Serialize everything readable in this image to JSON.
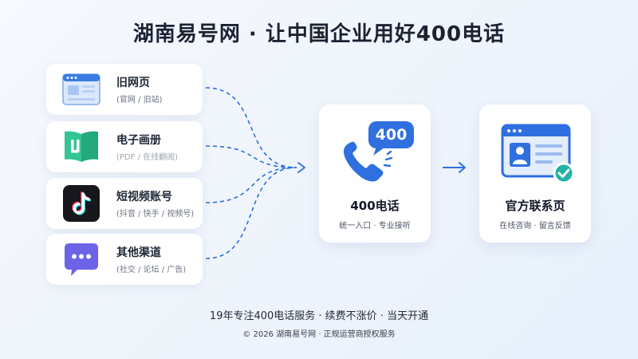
{
  "header": {
    "title": "湖南易号网 · 让中国企业用好400电话"
  },
  "sources": [
    {
      "name": "旧网页",
      "sub": "(官网 / 旧站)",
      "icon": "browser-window-icon"
    },
    {
      "name": "电子画册",
      "sub": "(PDF / 在线翻阅)",
      "icon": "open-book-icon"
    },
    {
      "name": "短视频账号",
      "sub": "(抖音 / 快手 / 视频号)",
      "icon": "tiktok-icon"
    },
    {
      "name": "其他渠道",
      "sub": "(社交 / 论坛 / 广告)",
      "icon": "chat-bubble-icon"
    }
  ],
  "hub": {
    "title": "400电话",
    "sub": "统一入口 · 专业接听",
    "badge": "400",
    "icon": "phone-icon"
  },
  "target": {
    "title": "官方联系页",
    "sub": "在线咨询 · 留言反馈",
    "icon": "contact-page-icon"
  },
  "footer": {
    "line1": "19年专注400电话服务 · 续费不涨价 · 当天开通",
    "line2": "© 2026 湖南易号网 · 正规运营商授权服务"
  },
  "colors": {
    "accent": "#2f6fdf",
    "book_green": "#2fbf8f",
    "tiktok_bg": "#16161c",
    "chat_purple": "#6c63e8",
    "check_teal": "#21b3a3"
  }
}
